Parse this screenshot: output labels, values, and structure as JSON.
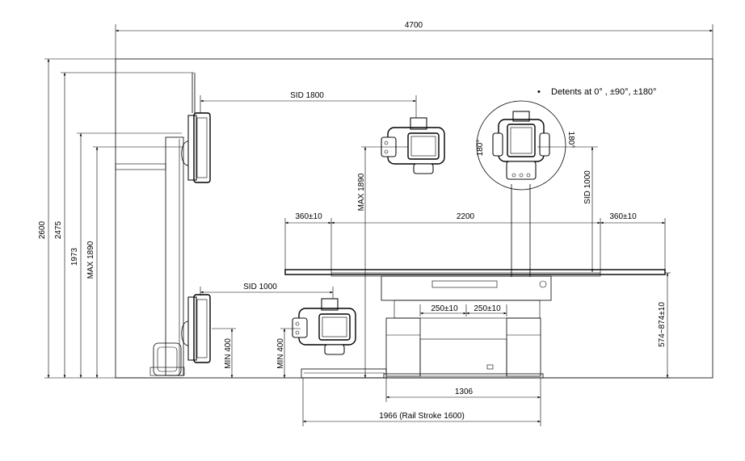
{
  "dimensions": {
    "overall_width": "4700",
    "overall_height": "2600",
    "wall_stand_height": "2475",
    "detector_top": "1973",
    "detector_max": "MAX 1890",
    "sid_upper": "SID 1800",
    "sid_lower": "SID 1000",
    "tube_max": "MAX 1890",
    "tube_min_left": "MIN 400",
    "tube_min_right": "MIN 400",
    "sid_table": "SID 1000",
    "table_length": "2200",
    "table_overhang_left": "360±10",
    "table_overhang_right": "360±10",
    "float_left": "250±10",
    "float_right": "250±10",
    "table_height": "574~874±10",
    "base_length": "1306",
    "rail_length": "1966 (Rail Stroke 1600)"
  },
  "notes": {
    "detents": "Detents at 0° , ±90°, ±180°",
    "bullet": "•",
    "angle_left": "180°",
    "angle_right": "180°"
  }
}
